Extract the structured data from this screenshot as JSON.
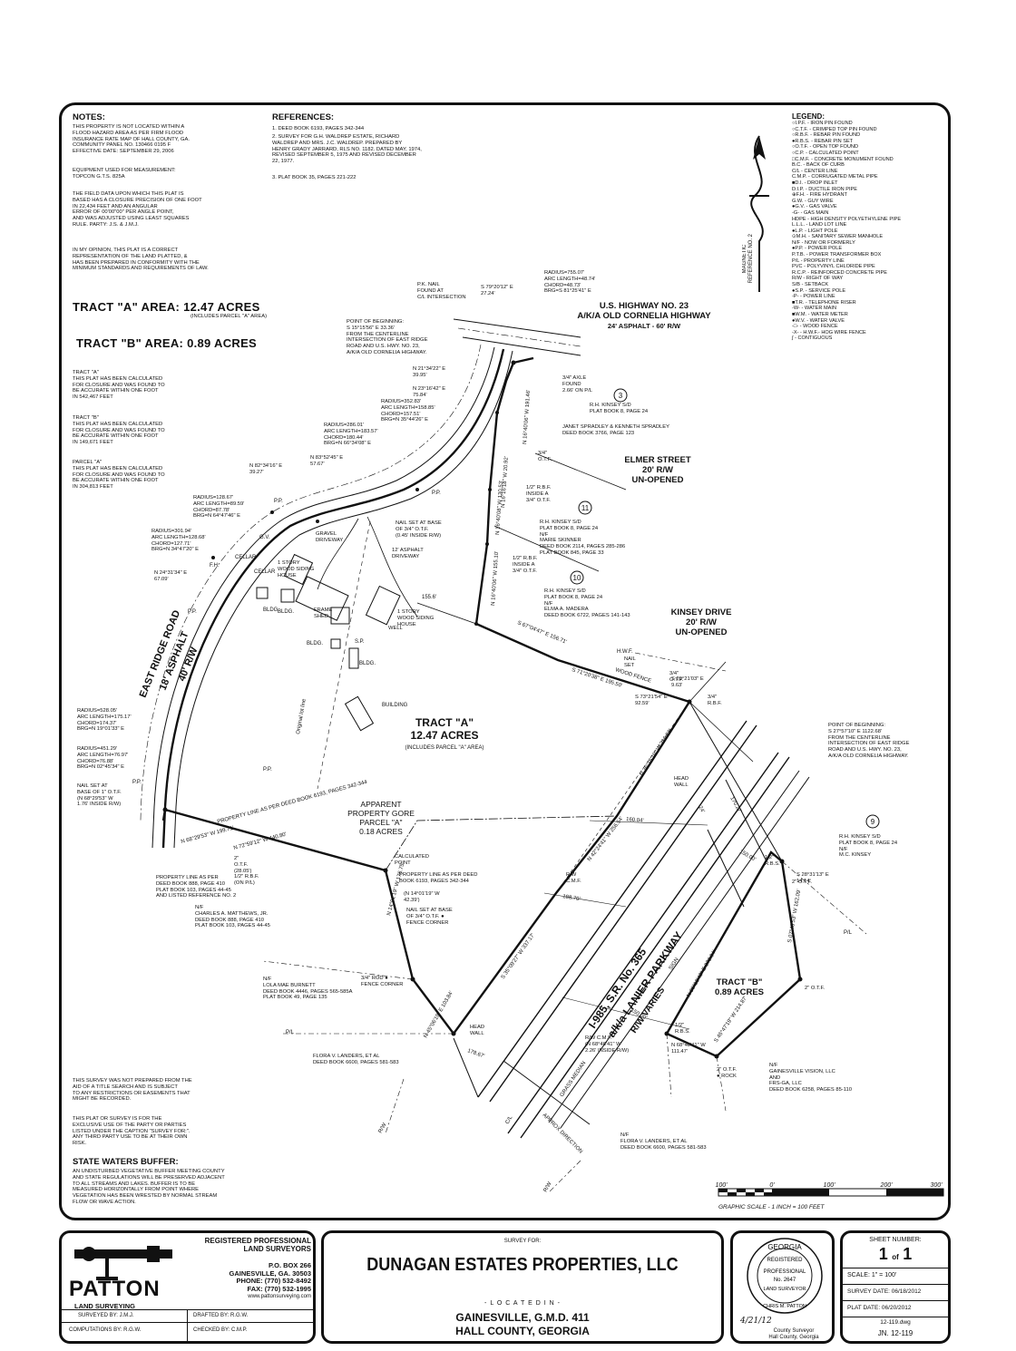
{
  "notes": {
    "title": "NOTES:",
    "flood": "THIS PROPERTY IS NOT LOCATED WITHIN A\nFLOOD HAZARD AREA AS PER FIRM FLOOD\nINSURANCE RATE MAP OF HALL COUNTY, GA.\nCOMMUNITY PANEL NO. 130466 0195 F\nEFFECTIVE DATE: SEPTEMBER 29, 2006",
    "equipment": "EQUIPMENT USED FOR MEASUREMENT:\nTOPCON G.T.S. 825A",
    "field": "THE FIELD DATA UPON WHICH THIS PLAT IS\nBASED HAS A CLOSURE PRECISION OF ONE FOOT\nIN 22,434 FEET AND AN ANGULAR\nERROR OF 00'00\"00\" PER ANGLE POINT,\nAND WAS ADJUSTED USING LEAST SQUARES\nRULE.   PARTY: J.S. & J.M.J.",
    "opinion": "IN MY OPINION, THIS PLAT IS A CORRECT\nREPRESENTATION OF THE LAND PLATTED, &\nHAS BEEN PREPARED IN CONFORMITY WITH THE\nMINIMUM STANDARDS AND REQUIREMENTS OF LAW."
  },
  "references": {
    "title": "REFERENCES:",
    "items": [
      "1.  DEED BOOK 6193, PAGES 342-344",
      "2.  SURVEY FOR G.H. WALDREP ESTATE, RICHARD\n     WALDREP AND MRS. J.C. WALDREP. PREPARED BY\n     HENRY GRADY JARRARD, RLS NO. 1182. DATED MAY, 1974,\n     REVISED SEPTEMBER 5, 1975 AND REVISED DECEMBER\n     22, 1977.",
      "3.  PLAT BOOK 35, PAGES 221-222"
    ]
  },
  "areas": {
    "tract_a": "TRACT \"A\"  AREA: 12.47 ACRES",
    "tract_a_sub": "(INCLUDES PARCEL \"A\" AREA)",
    "tract_b": "TRACT \"B\"  AREA: 0.89 ACRES"
  },
  "closures": [
    "TRACT \"A\"\nTHIS PLAT HAS BEEN CALCULATED\nFOR CLOSURE AND WAS FOUND TO\nBE ACCURATE WITHIN ONE FOOT\nIN 542,467 FEET",
    "TRACT \"B\"\nTHIS PLAT HAS BEEN CALCULATED\nFOR CLOSURE AND WAS FOUND TO\nBE ACCURATE WITHIN ONE FOOT\nIN 149,671 FEET",
    "PARCEL \"A\"\nTHIS PLAT HAS BEEN CALCULATED\nFOR CLOSURE AND WAS FOUND TO\nBE ACCURATE WITHIN ONE FOOT\nIN 304,813 FEET"
  ],
  "bottom_notes": {
    "title_search": "THIS SURVEY WAS NOT PREPARED FROM THE\nAID OF A TITLE SEARCH AND IS SUBJECT\nTO ANY RESTRICTIONS OR EASEMENTS THAT\nMIGHT BE RECORDED.",
    "exclusive": "THIS PLAT OR SURVEY IS FOR THE\nEXCLUSIVE USE OF THE PARTY OR PARTIES\nLISTED UNDER THE CAPTION \"SURVEY FOR:\".\nANY THIRD PARTY USE TO BE AT THEIR OWN\nRISK.",
    "waters_title": "STATE WATERS BUFFER:",
    "waters": "AN UNDISTURBED VEGETATIVE BUFFER MEETING COUNTY\nAND STATE REGULATIONS WILL BE PRESERVED ADJACENT\nTO ALL STREAMS AND LAKES.  BUFFER IS TO BE\nMEASURED HORIZONTALLY FROM POINT WHERE\nVEGETATION HAS BEEN WRESTED BY NORMAL STREAM\nFLOW OR WAVE ACTION."
  },
  "legend": {
    "title": "LEGEND:",
    "items": [
      "○I.P.F.  -   IRON PIN FOUND",
      "○C.T.F.  -   CRIMPED TOP PIN FOUND",
      "○R.B.F.  -   REBAR PIN FOUND",
      "●R.B.S.  -   REBAR PIN SET",
      "○O.T.F.  -   OPEN TOP FOUND",
      "○C.P.   -   CALCULATED POINT",
      "□C.M.F.  -   CONCRETE MONUMENT FOUND",
      "B.C.   -   BACK OF CURB",
      "C/L    -   CENTER LINE",
      "C.M.P.  -   CORRUGATED METAL PIPE",
      "■D.I.  -   DROP INLET",
      "D.I.P.  -   DUCTILE IRON PIPE",
      "⊕F.H.  -   FIRE HYDRANT",
      "G.W.   -   GUY WIRE",
      "●G.V.  -   GAS VALVE",
      "-G-    -   GAS MAIN",
      "HDPE  -   HIGH DENSITY POLYETHYLENE PIPE",
      "L.L.L.  -   LAND LOT LINE",
      "●L.P.  -   LIGHT POLE",
      "⊙M.H.  -   SANITARY SEWER MANHOLE",
      "N/F   -   NOW OR FORMERLY",
      "●P.P.  -   POWER POLE",
      "P.T.B.  -   POWER TRANSFORMER BOX",
      "P/L    -   PROPERTY LINE",
      "PVC   -   POLYVINYL CHLORIDE PIPE",
      "R.C.P.  -   REINFORCED CONCRETE PIPE",
      "R/W   -   RIGHT OF WAY",
      "S/B    -   SETBACK",
      "●S.P.  -   SERVICE POLE",
      "-P-    -   POWER LINE",
      "■T.R.  -   TELEPHONE RISER",
      "-W-   -   WATER MAIN",
      "■W.M.  -   WATER METER",
      "●W.V.  -   WATER VALVE",
      "-□-   -   WOOD FENCE",
      "-x-   -   H.W.F.- HOG WIRE FENCE",
      "∫    -   CONTIGUOUS"
    ]
  },
  "north": "MAGNETIC\nREFERENCE NO. 2",
  "map": {
    "us23_a": "U.S. HIGHWAY No. 23",
    "us23_b": "a/k/a OLD CORNELIA HIGHWAY",
    "us23_c": "24' Asphalt - 60' R/W",
    "elmer_a": "ELMER STREET",
    "elmer_b": "20' R/W",
    "elmer_c": "UN-OPENED",
    "kinsey_a": "KINSEY DRIVE",
    "kinsey_b": "20' R/W",
    "kinsey_c": "UN-OPENED",
    "east_ridge_a": "EAST RIDGE ROAD",
    "east_ridge_b": "18' ASPHALT",
    "east_ridge_c": "40' R/W",
    "tract_a_a": "TRACT \"A\"",
    "tract_a_b": "12.47 ACRES",
    "tract_a_c": "(INCLUDES PARCEL \"A\" AREA)",
    "tract_b_a": "TRACT \"B\"",
    "tract_b_b": "0.89 ACRES",
    "gore_a": "APPARENT",
    "gore_b": "PROPERTY GORE",
    "gore_c": "PARCEL \"A\"",
    "gore_d": "0.18 ACRES",
    "i985_a": "I-985, S.R. No. 365",
    "i985_b": "a/k/a LANIER PARKWAY",
    "i985_c": "R/W VARIES",
    "pob1": "POINT OF BEGINNING:\nS 15°15'56\" E  33.36'\nFROM THE CENTERLINE\nINTERSECTION OF EAST RIDGE\nROAD AND U.S. Hwy. No. 23,\na/k/a OLD CORNELIA HIGHWAY.",
    "pob2": "POINT OF BEGINNING:\nS 27°57'10\" E  1122.68'\nFROM THE CENTERLINE\nINTERSECTION OF EAST RIDGE\nROAD AND U.S. Hwy. No. 23,\na/k/a OLD CORNELIA HIGHWAY.",
    "pk_nail": "P.K. NAIL\nFOUND AT\nC/L INTERSECTION",
    "curve_us23": "Radius=755.07'\nArc Length=48.74'\nChord=48.73'\nBRG=S 81°25'41\" E",
    "s79": "S 79°20'12\" E\n27.24'",
    "axle": "3/4\" AXLE\nFOUND\n2.66' ON P/L",
    "kinsey3": "R.H. KINSEY S/D\nPLAT BOOK 8, PAGE 24",
    "spradley": "JANET SPRADLEY & KENNETH SPRADLEY\nDEED BOOK 3766, PAGE 123",
    "kinsey11": "R.H. KINSEY S/D\nPLAT BOOK 8, PAGE 24\nN/F\nMARIE SKINNER\nDEED BOOK 2114, PAGES 285-286\nPLAT BOOK 845, PAGE 33",
    "kinsey10": "R.H. KINSEY S/D\nPLAT BOOK 8, PAGE 24\nN/F\nELMA A. MADERA\nDEED BOOK 6722, PAGES 141-143",
    "kinsey9": "R.H. KINSEY S/D\nPLAT BOOK 8, PAGE 24\nN/F\nM.C. KINSEY",
    "n21": "N 21°34'22\" E\n39.95'",
    "n23": "N 23°16'42\" E\n75.84'",
    "curve_b": "Radius=352.83'\nArc Length=158.85'\nChord=157.51'\nBRG=N 35°44'26\" E",
    "curve_c": "Radius=286.01'\nArc Length=183.57'\nChord=180.44'\nBRG=N 66°34'08\" E",
    "n83b": "N 83°52'45\" E\n57.67'",
    "n82": "N 82°34'16\" E\n39.27'",
    "curve_d": "Radius=128.67'\nArc Length=89.59'\nChord=87.78'\nBRG=N 64°47'46\" E",
    "curve_e": "Radius=301.94'\nArc Length=128.68'\nChord=127.71'\nBRG=N 34°47'20\" E",
    "n24": "N 24°31'34\" E\n67.09'",
    "curve_f": "Radius=528.05'\nArc Length=175.17'\nChord=174.37'\nBRG=N 19°01'33\" E",
    "curve_g": "Radius=451.29'\nArc Length=76.97'\nChord=76.88'\nBRG=N 02°45'34\" E",
    "nail1": "NAIL SET AT\nBASE OF 1\" O.T.F.\n(N 68°29'53\" W\n1.76' Inside R/W)",
    "n68": "N 68°29'53\" W\n199.71'",
    "n72": "N 72°59'12\" W\n440.80'",
    "deedline": "PROPERTY LINE AS PER DEED\nBOOK 6193, PAGES 342-344",
    "rbf1": "2\"\nO.T.F.\n(28.05')\n1/2\" R.B.F.\n(On P/L)",
    "plperdeed": "PROPERTY LINE AS PER\nDEED BOOK 888, PAGE 410\nPLAT BOOK 103, PAGES 44-45\nAND LISTED REFERENCE NO. 2",
    "matthews": "N/F\nCHARLES A. MATTHEWS, JR.\nDEED BOOK 888, PAGE 410\nPLAT BOOK 103, PAGES 44-45",
    "calc": "CALCULATED\nPOINT",
    "plperdeed2": "PROPERTY LINE AS PER DEED\nBOOK 6193, PAGES 342-344",
    "n14": "(N 14°01'19\" W\n42.39')",
    "nail2": "NAIL SET AT BASE\nOF 3/4\" O.T.F. ●\nFENCE CORNER",
    "burnett": "N/F\nLOLA MAE BURNETT\nDEED BOOK 4446, PAGES 565-585A\nPLAT BOOK 49, PAGE 135",
    "rod": "3/4\" ROD ●\nFENCE CORNER",
    "landers1": "FLORA V. LANDERS, ET AL\nDEED BOOK 6600, PAGES 581-583",
    "landers2": "N/F\nFLORA V. LANDERS, ET AL\nDEED BOOK 6600, PAGES 581-583",
    "gainesville": "N/F\nGAINESVILLE VISION, LLC\nAND\nFRS-GA, LLC\nDEED BOOK 6258, PAGES 85-110",
    "cmf": "R/W C.M.F.\n(N 68°48'41\" W\n2.26' Inside R/W)",
    "n68b": "N 68°48'41\" W\n111.47'",
    "otf_rock": "2\" O.T.F.\n● ROCK",
    "s28": "S 28°31'13\" E\n14.14'",
    "s29": "S 29°21'03\" E\n9.63'",
    "s73": "S 73°21'54\" E\n92.59'",
    "s71": "S 71°20'38\" E\n195.50'",
    "s67": "S 67°04'47\" E\n156.71'",
    "n16a": "N 16°40'06\" W\n155.10'",
    "n16b": "N 16°40'08\" W\n130.53'",
    "n16c": "N 16°16'18\" W\n20.92'",
    "n16d": "N 16°40'06\" W\n191.46'",
    "s46": "S 46°47'19\" W\n214.87'",
    "n36": "N 36°13'43\" E\n372.04'",
    "s07": "S 07°43'53\" W\n162.09'",
    "n45": "N 45°06'19\" E\n103.84'",
    "n14b": "N 14°01'19\" W\n176.75'",
    "n36b": "N 36°16'16\" W\n216.86'",
    "s35": "S 35°09'27\" W\n337.17'",
    "n42": "N 42°24'41\" W\n256.54'",
    "d155": "155.6'",
    "d170": "170.27'",
    "d160": "160.04'",
    "d188": "188.70'",
    "d150a": "150.00'",
    "d150b": "150.00'",
    "d178": "178.67'",
    "d24": "24'",
    "bldg": "BLDG.",
    "building": "BUILDING",
    "cellar": "CELLAR",
    "house1": "1 STORY\nWOOD SIDING\nHOUSE",
    "house2": "1 STORY\nWOOD SIDING\nHOUSE",
    "frame": "FRAME\nSHED",
    "well": "WELL",
    "gravel": "GRAVEL\nDRIVEWAY",
    "asphalt_dw": "12' ASPHALT\nDRIVEWAY",
    "nail3": "NAIL SET AT BASE\nOF 3/4\" O.T.F.\n(0.45' Inside R/W)",
    "headwall": "HEAD\nWALL",
    "headwall2": "HEAD\nWALL",
    "original": "Original lot line",
    "grass": "GRASS\nMEDIAN",
    "sign": "SIGN",
    "approx": "APPROX\nDIRECTION",
    "rbs": "1/2\"\nR.B.S.",
    "rbs2": "1/2\"\nR.B.S.",
    "otf2": "2\" O.T.F.",
    "otf3": "2\" O.T.F.",
    "rbf_inside": "1/2\" R.B.F.\nINSIDE A\n3/4\" O.T.F.",
    "rbf_inside2": "1/2\" R.B.F.\nINSIDE A\n3/4\" O.T.F.",
    "otf34": "3/4\"\nO.T.F.",
    "rbf34": "3/4\"\nR.B.F.",
    "otf_p": "3/4\"\nO.T.F.",
    "nail_set": "NAIL\nSET",
    "hwf": "H.W.F.",
    "wood_fence": "WOOD FENCE",
    "rw_cmf": "R/W\nC.M.F.",
    "lot3": "3",
    "lot9": "9",
    "lot10": "10",
    "lot11": "11",
    "pp": "P.P.",
    "rw": "R/W",
    "pl": "P/L",
    "cl": "C/L",
    "gv": "G.V.",
    "fh": "F.H.",
    "sp": "S.P."
  },
  "scale": {
    "labels": [
      "100'",
      "0'",
      "100'",
      "200'",
      "300'"
    ],
    "caption": "GRAPHIC SCALE  -  1 INCH = 100 FEET"
  },
  "title_block": {
    "company_a": "REGISTERED PROFESSIONAL",
    "company_b": "LAND SURVEYORS",
    "address_a": "P.O. BOX 266",
    "address_b": "GAINESVILLE, GA. 30503",
    "phone": "PHONE: (770) 532-8492",
    "fax": "FAX: (770) 532-1995",
    "web": "www.pattonsurveying.com",
    "logo_a": "PATTON",
    "logo_b": "LAND SURVEYING",
    "surveyed_by": "SURVEYED BY: J.M.J.",
    "drafted_by": "DRAFTED BY: R.G.W.",
    "computations_by": "COMPUTATIONS BY: R.G.W.",
    "checked_by": "CHECKED BY: C.M.P.",
    "survey_for": "SURVEY FOR:",
    "client": "DUNAGAN ESTATES PROPERTIES, LLC",
    "located": "- L O C A T E D   I N -",
    "location_a": "GAINESVILLE, G.M.D. 411",
    "location_b": "HALL COUNTY, GEORGIA",
    "seal_a": "GEORGIA",
    "seal_b": "REGISTERED",
    "seal_c": "PROFESSIONAL",
    "seal_d": "No. 2647",
    "seal_e": "LAND SURVEYOR",
    "seal_f": "CHRIS M. PATTON",
    "date_sig": "4/21/12",
    "county_a": "County Surveyor",
    "county_b": "Hall County, Georgia",
    "sheet_label": "SHEET NUMBER:",
    "sheet_num": "1",
    "sheet_of": "of",
    "sheet_total": "1",
    "scale": "SCALE:   1\" = 100'",
    "survey_date": "SURVEY DATE: 06/18/2012",
    "plat_date": "PLAT DATE:   06/20/2012",
    "file": "12-119.dwg",
    "job": "JN.  12-119"
  }
}
